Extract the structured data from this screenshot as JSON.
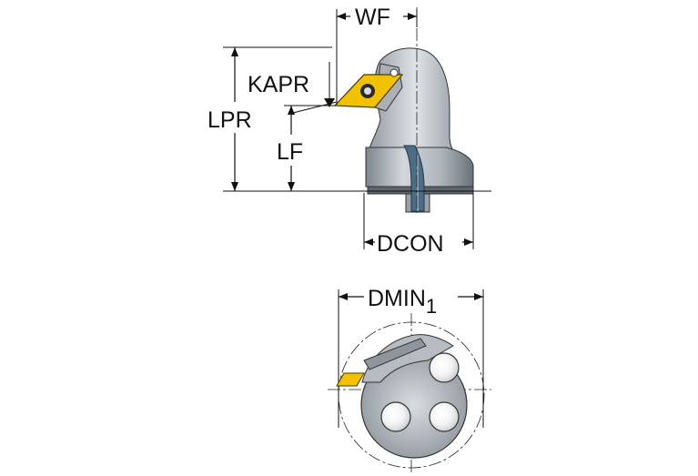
{
  "labels": {
    "wf": "WF",
    "kapr": "KAPR",
    "lpr": "LPR",
    "lf": "LF",
    "dcon": "DCON",
    "dmin": "DMIN",
    "dmin_subscript": "1"
  },
  "colors": {
    "body_light": "#c8cdd2",
    "body_mid": "#9aa1a8",
    "body_dark": "#5e666e",
    "insert": "#f2c200",
    "insert_dark": "#b08c00",
    "coolant_blue": "#4d6d86",
    "line": "#111111"
  },
  "icons": {
    "insert_screw": "torx-screw",
    "coolant_holes": "circle-hole"
  }
}
